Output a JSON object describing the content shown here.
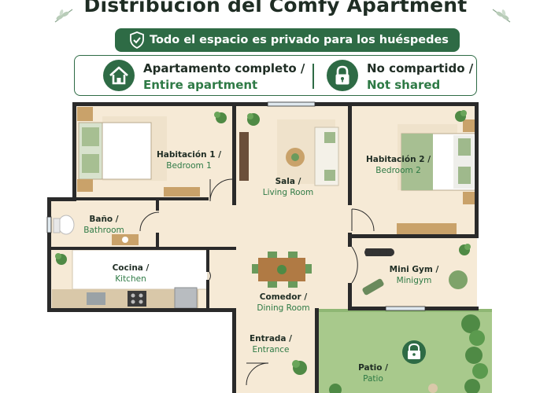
{
  "header": {
    "title": "Distribución del Comfy Apartment",
    "banner_text": "Todo el espacio es privado para los huéspedes"
  },
  "badges": [
    {
      "icon": "home-icon",
      "line1": "Apartamento completo /",
      "line2": "Entire apartment"
    },
    {
      "icon": "lock-icon",
      "line1": "No compartido /",
      "line2": "Not shared"
    }
  ],
  "rooms": {
    "bedroom1": {
      "es": "Habitación 1 /",
      "en": "Bedroom 1"
    },
    "living": {
      "es": "Sala /",
      "en": "Living Room"
    },
    "bedroom2": {
      "es": "Habitación 2 /",
      "en": "Bedroom 2"
    },
    "bathroom": {
      "es": "Baño /",
      "en": "Bathroom"
    },
    "kitchen": {
      "es": "Cocina /",
      "en": "Kitchen"
    },
    "dining": {
      "es": "Comedor /",
      "en": "Dining Room"
    },
    "minigym": {
      "es": "Mini Gym /",
      "en": "Minigym"
    },
    "entrance": {
      "es": "Entrada /",
      "en": "Entrance"
    },
    "patio": {
      "es": "Patio /",
      "en": "Patio"
    }
  },
  "colors": {
    "brand_green": "#2e6b45",
    "label_green": "#2e7a45",
    "floor": "#f6ead6",
    "wall": "#2a2a2a",
    "patio_grass": "#a8c98c"
  }
}
